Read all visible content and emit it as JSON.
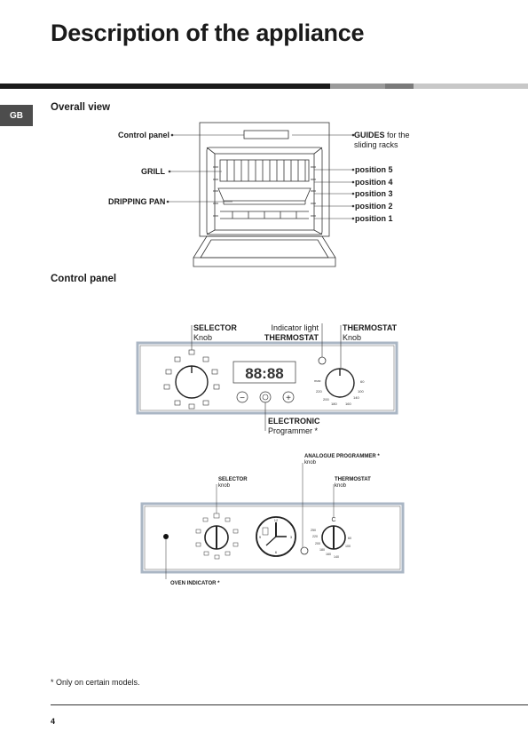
{
  "page": {
    "title": "Description of the appliance",
    "lang_tab": "GB",
    "page_number": "4",
    "footnote": "* Only on certain models.",
    "colors": {
      "dark_bar": "#1a1a1a",
      "mid_bar": "#8c8c8c",
      "light_bar": "#c8c8c8",
      "tab": "#4d4d4d"
    }
  },
  "overall_view": {
    "heading": "Overall view",
    "labels": {
      "control_panel": "Control panel",
      "grill": "GRILL",
      "dripping_pan": "DRIPPING PAN",
      "guides_bold": "GUIDES",
      "guides_rest_1": " for the",
      "guides_rest_2": "sliding racks",
      "positions": [
        "position 5",
        "position 4",
        "position 3",
        "position 2",
        "position 1"
      ]
    }
  },
  "control_panel": {
    "heading": "Control panel",
    "electronic": {
      "selector_title": "SELECTOR",
      "selector_sub": "Knob",
      "indicator_sub": "Indicator light",
      "indicator_title": "THERMOSTAT",
      "thermostat_title": "THERMOSTAT",
      "thermostat_sub": "Knob",
      "programmer_title": "ELECTRONIC",
      "programmer_sub": "Programmer *",
      "display_digits": "88:88",
      "thermo_scale": [
        "max",
        "220",
        "200",
        "180",
        "160",
        "140",
        "100",
        "60"
      ],
      "minus_symbol": "−",
      "plus_symbol": "+"
    },
    "analogue": {
      "programmer_title": "ANALOGUE PROGRAMMER *",
      "programmer_sub": "knob",
      "selector_title": "SELECTOR",
      "selector_sub": "knob",
      "thermostat_title": "THERMOSTAT",
      "thermostat_sub": "knob",
      "oven_indicator": "OVEN INDICATOR *",
      "clock_numbers": [
        "12",
        "3",
        "6",
        "9"
      ],
      "thermo_scale": [
        "250",
        "220",
        "200",
        "180",
        "160",
        "140",
        "100",
        "60"
      ]
    }
  }
}
